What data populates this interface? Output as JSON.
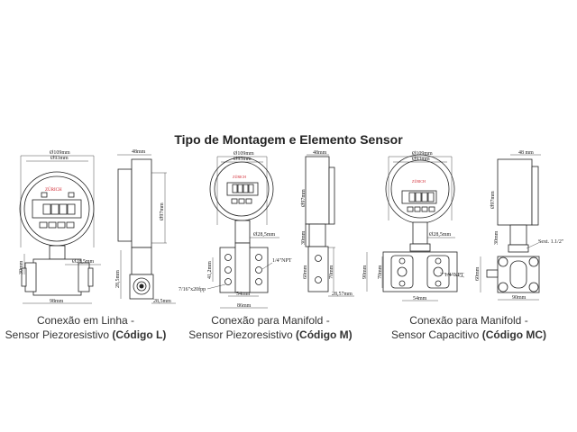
{
  "title": "Tipo de Montagem e Elemento Sensor",
  "brand": "ZÜRICH",
  "brand_color": "#d0202a",
  "views": [
    {
      "caption_line1": "Conexão em Linha -",
      "caption_line2": "Sensor Piezoresistivo",
      "code": "(Código L)",
      "dims": {
        "d109": "Ø109mm",
        "d93": "Ø93mm",
        "w48": "48mm",
        "d97": "Ø97mm",
        "h30": "30mm",
        "d285": "Ø28,5mm",
        "w98": "98mm",
        "h285": "28,5mm",
        "w285": "28,5mm"
      }
    },
    {
      "caption_line1": "Conexão para Manifold -",
      "caption_line2": "Sensor Piezoresistivo",
      "code": "(Código M)",
      "dims": {
        "d109": "Ø109mm",
        "d93": "Ø93mm",
        "w48": "48mm",
        "d97": "Ø97mm",
        "h30": "30mm",
        "d285": "Ø28,5mm",
        "h412": "41,2mm",
        "npt": "1/4\"NPT",
        "thread": "7/16\"x20fpp",
        "w54": "54mm",
        "w86": "86mm",
        "h60": "60mm",
        "h70": "70mm",
        "w2857": "28,57mm"
      }
    },
    {
      "caption_line1": "Conexão para Manifold -",
      "caption_line2": "Sensor Capacitivo",
      "code": "(Código MC)",
      "dims": {
        "d109": "Ø109mm",
        "d93": "Ø93mm",
        "w48": "48 mm",
        "d97": "Ø97mm",
        "h30": "30mm",
        "d285": "Ø28,5mm",
        "hex": "Sext. 1.1/2\"",
        "h90": "90mm",
        "h70": "70mm",
        "npt": "1/4\"NPT",
        "w54": "54mm",
        "h60": "60mm",
        "w90": "90mm"
      }
    }
  ]
}
